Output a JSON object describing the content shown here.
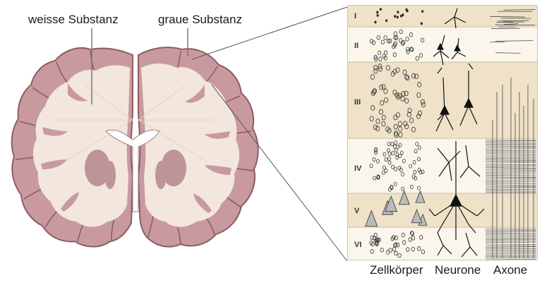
{
  "labels": {
    "white_matter": "weisse Substanz",
    "grey_matter": "graue Substanz"
  },
  "column_labels": {
    "cell_bodies": "Zellkörper",
    "neurons": "Neurone",
    "axons": "Axone"
  },
  "layers": [
    "I",
    "II",
    "III",
    "IV",
    "V",
    "VI"
  ],
  "colors": {
    "cortex": "#c89aa0",
    "cortex_outline": "#8e5c63",
    "white_matter": "#f3e6dd",
    "panel_bg_a": "#fbf6ec",
    "panel_bg_b": "#f0e6d2",
    "ink": "#222222"
  }
}
